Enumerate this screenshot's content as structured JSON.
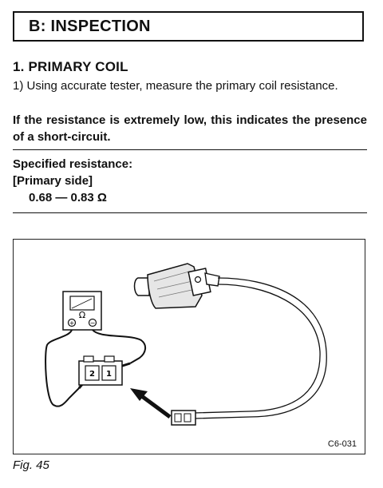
{
  "section": {
    "title": "B: INSPECTION"
  },
  "heading": {
    "title": "1. PRIMARY COIL"
  },
  "step": {
    "text": "1) Using accurate tester, measure the primary coil resistance."
  },
  "warning": {
    "text": "If the resistance is extremely low, this indicates the presence of a short-circuit."
  },
  "spec": {
    "label": "Specified resistance:",
    "side": "[Primary side]",
    "value": "0.68 — 0.83 Ω"
  },
  "figure": {
    "code": "C6-031",
    "caption": "Fig. 45",
    "meter_symbol": "Ω",
    "plus_symbol": "+",
    "minus_symbol": "−",
    "terminal_2": "2",
    "terminal_1": "1"
  }
}
